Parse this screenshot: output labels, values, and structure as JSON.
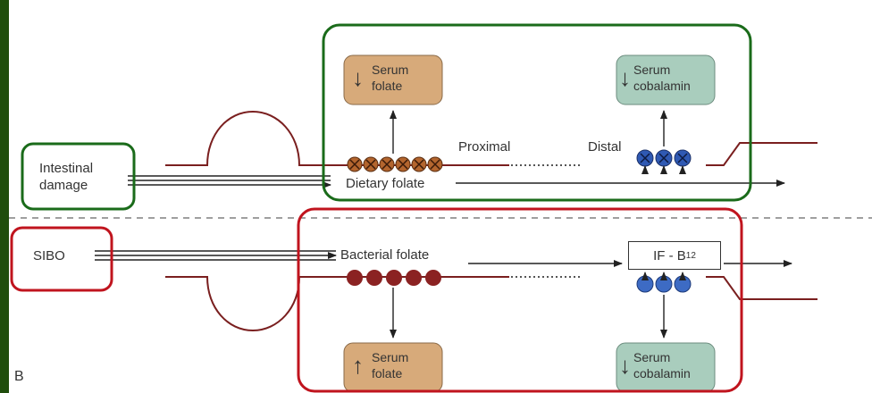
{
  "colors": {
    "frame": "#1f4d0c",
    "green_box": "#1a6b1a",
    "red_box": "#c0141e",
    "folate_fill": "#d7aa7a",
    "cobalamin_fill": "#a9cdbd",
    "mucosa_line": "#7a1f1f",
    "proximal_marker": "#b3652e",
    "distal_marker": "#2f59b3",
    "bacteria_marker": "#8b2222",
    "receptor_marker": "#3d6bc4"
  },
  "top_panel": {
    "intestinal_damage": "Intestinal\ndamage",
    "serum_folate_word": "Serum",
    "serum_folate_word2": "folate",
    "serum_folate_arrow": "↓",
    "serum_cobalamin_word": "Serum",
    "serum_cobalamin_word2": "cobalamin",
    "serum_cobalamin_arrow": "↓",
    "proximal_label": "Proximal",
    "distal_label": "Distal",
    "dietary_folate_label": "Dietary folate"
  },
  "bottom_panel": {
    "sibo_label": "SIBO",
    "bacterial_folate_label": "Bacterial folate",
    "if_b12_main": "IF - B",
    "if_b12_sub": "12",
    "serum_folate_word": "Serum",
    "serum_folate_word2": "folate",
    "serum_folate_arrow": "↑",
    "serum_cobalamin_word": "Serum",
    "serum_cobalamin_word2": "cobalamin",
    "serum_cobalamin_arrow": "↓"
  },
  "panel_letter": "B"
}
